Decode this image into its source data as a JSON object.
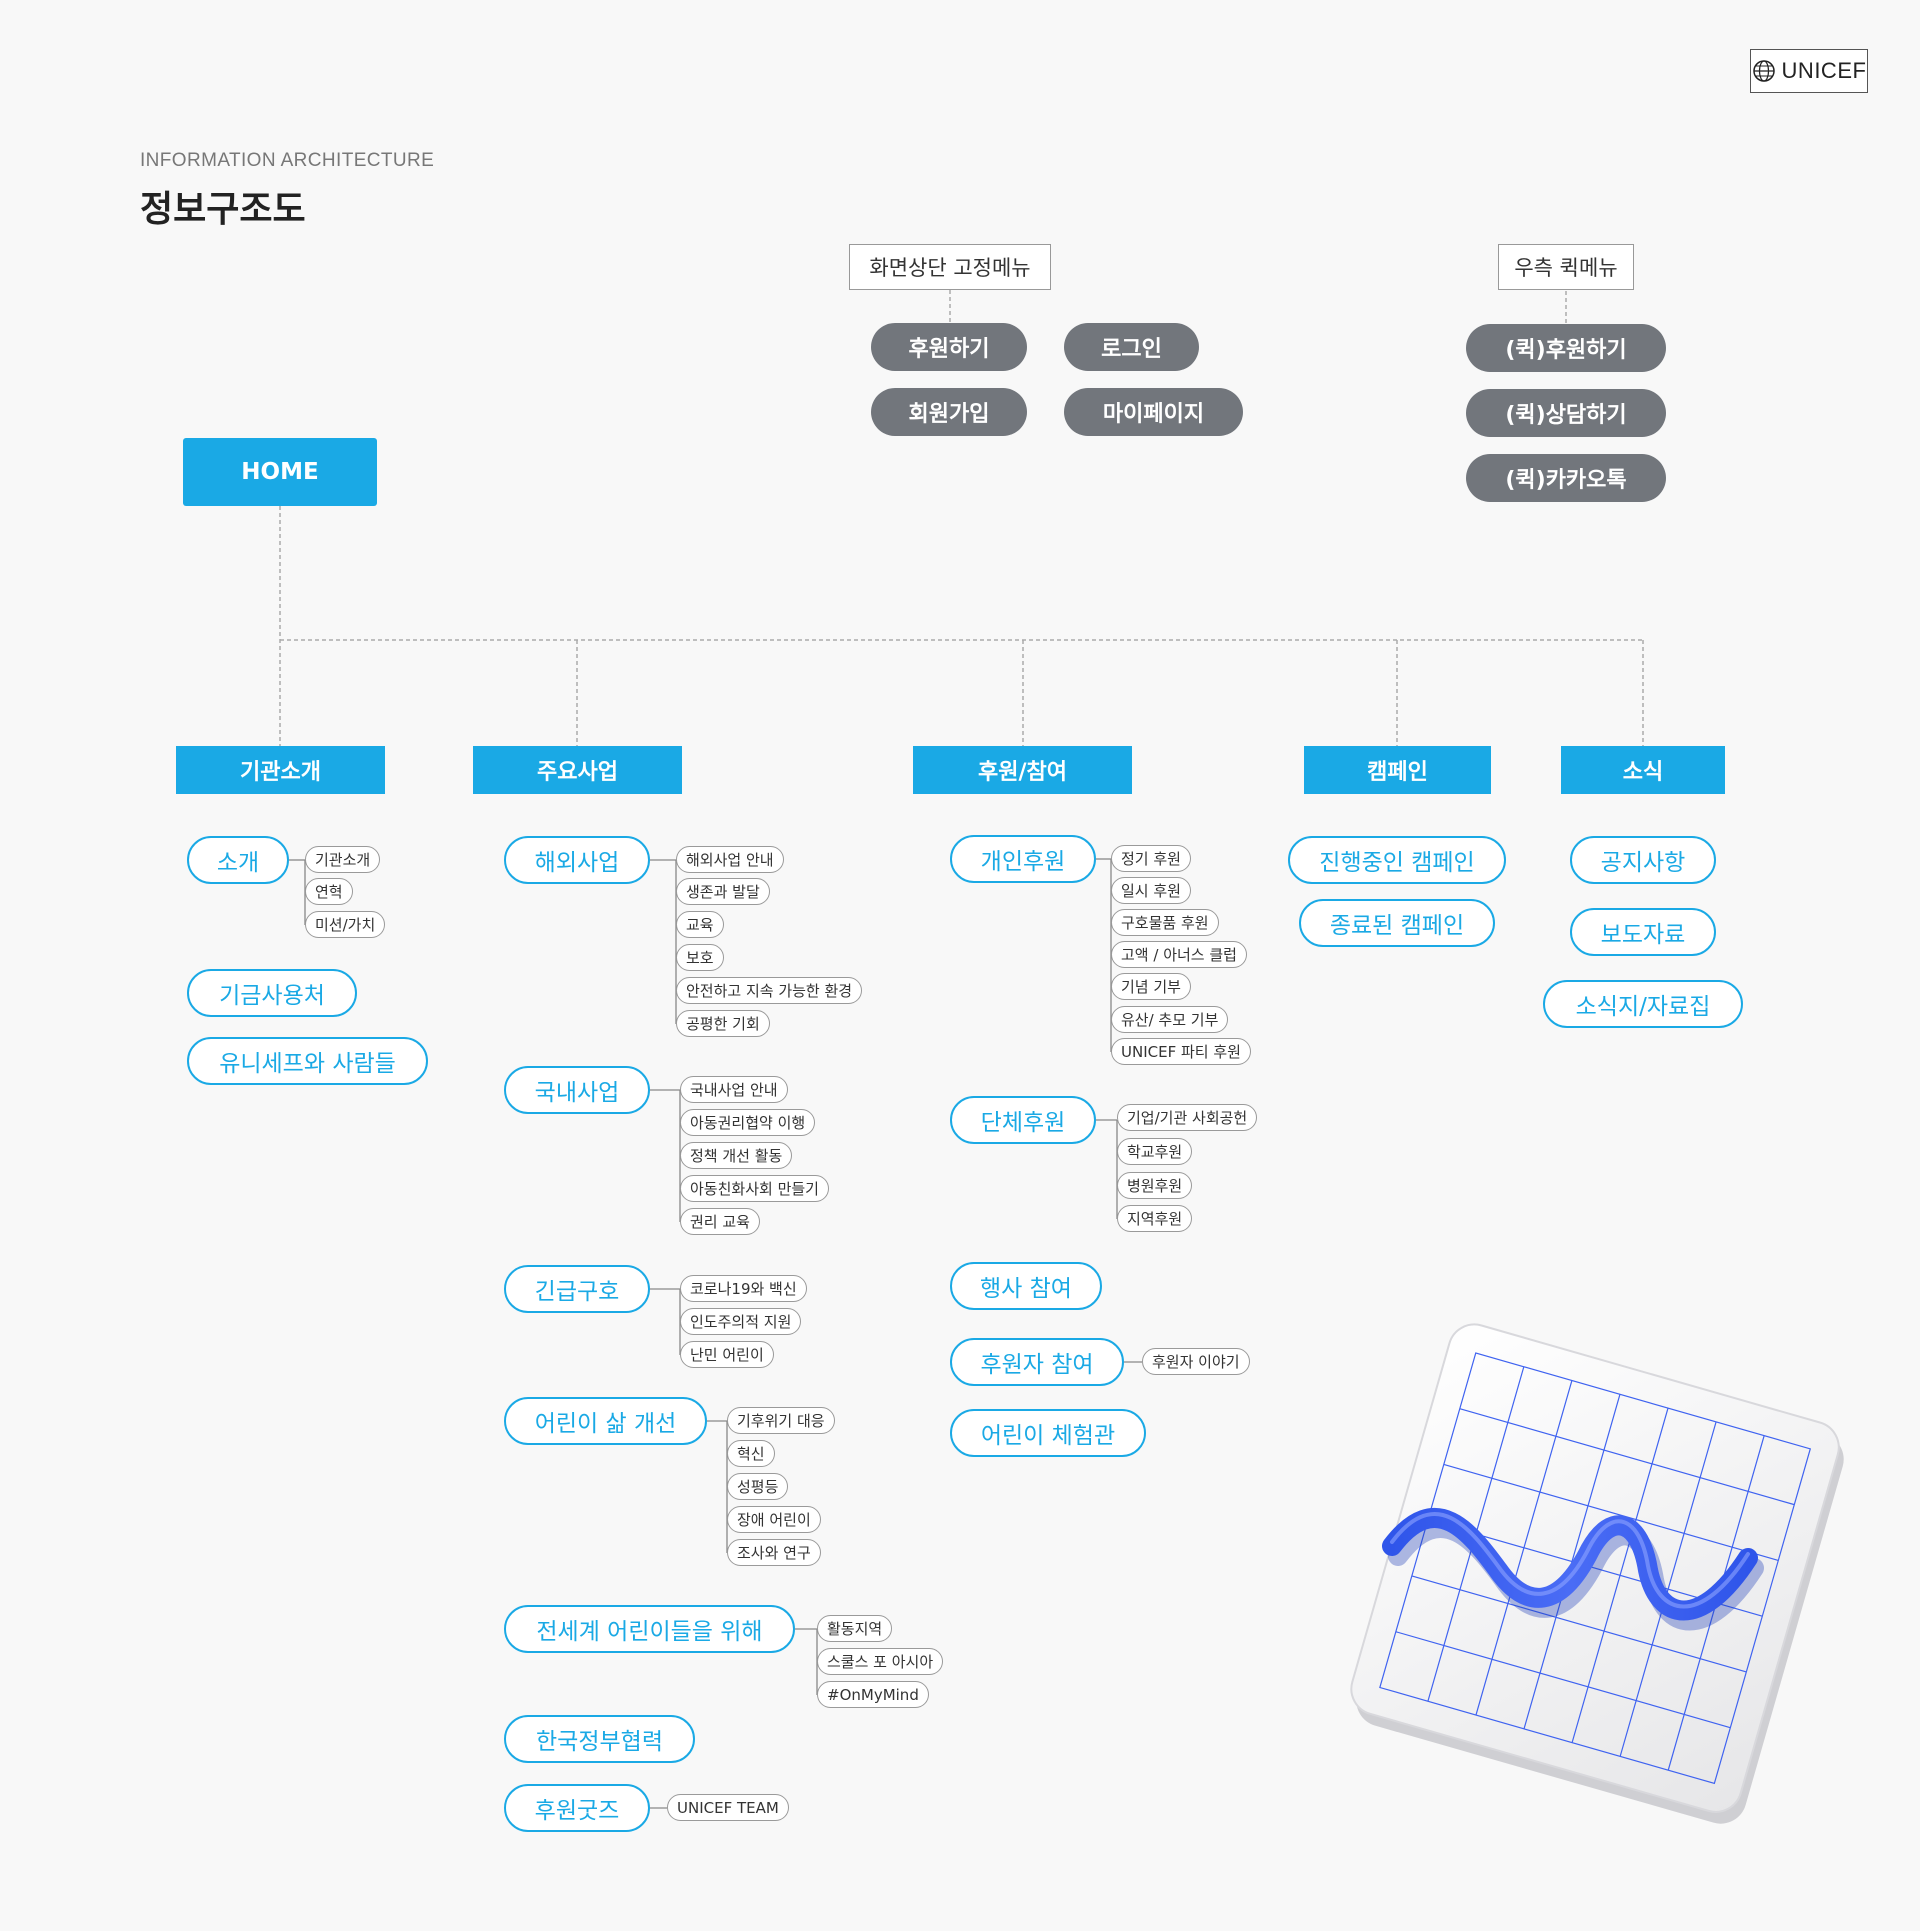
{
  "brand": {
    "logo_text": "UNICEF"
  },
  "header": {
    "eyebrow": "INFORMATION ARCHITECTURE",
    "title": "정보구조도"
  },
  "top_fixed_menu": {
    "label": "화면상단 고정메뉴",
    "items": [
      "후원하기",
      "로그인",
      "회원가입",
      "마이페이지"
    ]
  },
  "right_quick_menu": {
    "label": "우측 퀵메뉴",
    "items": [
      "(퀵)후원하기",
      "(퀵)상담하기",
      "(퀵)카카오톡"
    ]
  },
  "home": {
    "label": "HOME"
  },
  "categories": [
    {
      "label": "기관소개",
      "sections": [
        {
          "label": "소개",
          "items": [
            "기관소개",
            "연혁",
            "미션/가치"
          ]
        },
        {
          "label": "기금사용처",
          "items": []
        },
        {
          "label": "유니세프와 사람들",
          "items": []
        }
      ]
    },
    {
      "label": "주요사업",
      "sections": [
        {
          "label": "해외사업",
          "items": [
            "해외사업 안내",
            "생존과 발달",
            "교육",
            "보호",
            "안전하고 지속 가능한 환경",
            "공평한 기회"
          ]
        },
        {
          "label": "국내사업",
          "items": [
            "국내사업 안내",
            "아동권리협약 이행",
            "정책 개선 활동",
            "아동친화사회 만들기",
            "권리 교육"
          ]
        },
        {
          "label": "긴급구호",
          "items": [
            "코로나19와 백신",
            "인도주의적 지원",
            "난민 어린이"
          ]
        },
        {
          "label": "어린이 삶 개선",
          "items": [
            "기후위기 대응",
            "혁신",
            "성평등",
            "장애 어린이",
            "조사와 연구"
          ]
        },
        {
          "label": "전세계 어린이들을 위해",
          "items": [
            "활동지역",
            "스쿨스 포 아시아",
            "#OnMyMind"
          ]
        },
        {
          "label": "한국정부협력",
          "items": []
        },
        {
          "label": "후원굿즈",
          "items": [
            "UNICEF TEAM"
          ]
        }
      ]
    },
    {
      "label": "후원/참여",
      "sections": [
        {
          "label": "개인후원",
          "items": [
            "정기 후원",
            "일시 후원",
            "구호물품 후원",
            "고액 / 아너스 클럽",
            "기념 기부",
            "유산/ 추모 기부",
            "UNICEF 파티 후원"
          ]
        },
        {
          "label": "단체후원",
          "items": [
            "기업/기관 사회공헌",
            "학교후원",
            "병원후원",
            "지역후원"
          ]
        },
        {
          "label": "행사 참여",
          "items": []
        },
        {
          "label": "후원자 참여",
          "items": [
            "후원자 이야기"
          ]
        },
        {
          "label": "어린이 체험관",
          "items": []
        }
      ]
    },
    {
      "label": "캠페인",
      "sections": [
        {
          "label": "진행중인 캠페인",
          "items": []
        },
        {
          "label": "종료된 캠페인",
          "items": []
        }
      ]
    },
    {
      "label": "소식",
      "sections": [
        {
          "label": "공지사항",
          "items": []
        },
        {
          "label": "보도자료",
          "items": []
        },
        {
          "label": "소식지/자료집",
          "items": []
        }
      ]
    }
  ],
  "colors": {
    "accent_blue": "#1aa9e5",
    "pill_grey": "#72767c",
    "graphic_wave": "#3a5ff0",
    "background": "#f8f8f8"
  },
  "icons": {
    "logo": "unicef-globe-icon"
  }
}
